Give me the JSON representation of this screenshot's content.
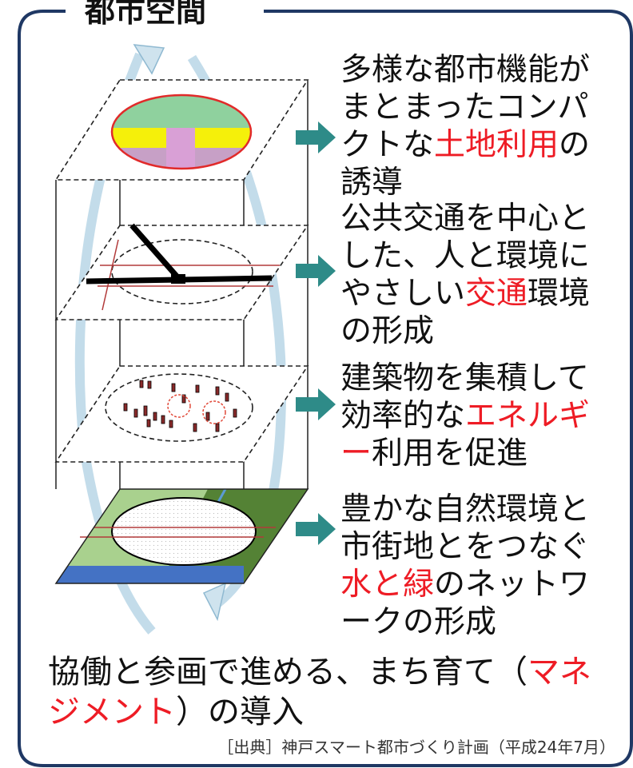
{
  "colors": {
    "frame_border": "#1f3864",
    "arrow": "#2e8b88",
    "highlight": "#ee1c25",
    "circulation_arrow": "#cfe3ee",
    "green_light": "#a9d18e",
    "green_dark": "#548235",
    "blue_band": "#4472c4",
    "yellow": "#f5f00a",
    "pink": "#d9a0d6",
    "purple": "#c7a0c6",
    "mint": "#8fd19e"
  },
  "panel": {
    "title": "都市空間"
  },
  "layers": [
    {
      "name": "land-use",
      "segments": [
        {
          "text": "多様な都市機能が",
          "hl": false,
          "br": true
        },
        {
          "text": "まとまったコンパ",
          "hl": false,
          "br": true
        },
        {
          "text": "クトな",
          "hl": false
        },
        {
          "text": "土地利用",
          "hl": true
        },
        {
          "text": "の",
          "hl": false,
          "br": true
        },
        {
          "text": "誘導",
          "hl": false
        }
      ]
    },
    {
      "name": "transport",
      "segments": [
        {
          "text": "公共交通を中心と",
          "hl": false,
          "br": true
        },
        {
          "text": "した、人と環境に",
          "hl": false,
          "br": true
        },
        {
          "text": "やさしい",
          "hl": false
        },
        {
          "text": "交通",
          "hl": true
        },
        {
          "text": "環境",
          "hl": false,
          "br": true
        },
        {
          "text": "の形成",
          "hl": false
        }
      ]
    },
    {
      "name": "energy",
      "segments": [
        {
          "text": "建築物を集積して",
          "hl": false,
          "br": true
        },
        {
          "text": "効率的な",
          "hl": false
        },
        {
          "text": "エネルギ",
          "hl": true,
          "br": true
        },
        {
          "text": "ー",
          "hl": true
        },
        {
          "text": "利用を促進",
          "hl": false
        }
      ]
    },
    {
      "name": "green-network",
      "segments": [
        {
          "text": "豊かな自然環境と",
          "hl": false,
          "br": true
        },
        {
          "text": "市街地とをつなぐ",
          "hl": false,
          "br": true
        },
        {
          "text": "水と緑",
          "hl": true
        },
        {
          "text": "のネットワ",
          "hl": false,
          "br": true
        },
        {
          "text": "ークの形成",
          "hl": false
        }
      ]
    }
  ],
  "footer": {
    "segments": [
      {
        "text": "協働と参画で進める、まち育て（",
        "hl": false
      },
      {
        "text": "マネ",
        "hl": true,
        "br": true
      },
      {
        "text": "ジメント",
        "hl": true
      },
      {
        "text": "）の導入",
        "hl": false
      }
    ]
  },
  "source": "［出典］神戸スマート都市づくり計画（平成24年7月）"
}
